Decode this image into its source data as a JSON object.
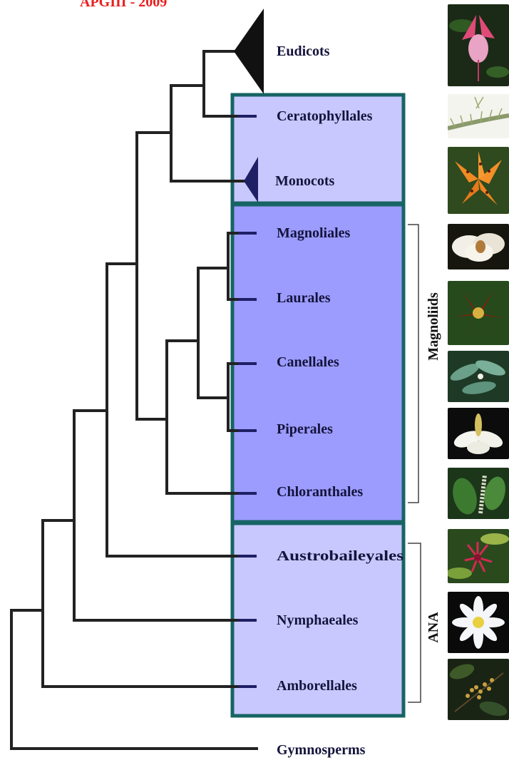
{
  "title": "APGIII - 2009",
  "colors": {
    "branch": "#222222",
    "box_stroke": "#176464",
    "box_light_fill": "#c8c8ff",
    "box_dark_fill": "#9c9cff",
    "tip_line": "#1f1f66",
    "label_text": "#14143c",
    "title_text": "#e8201e"
  },
  "taxa": [
    {
      "id": "eudicots",
      "label": "Eudicots",
      "collapsed": true
    },
    {
      "id": "ceratophyllales",
      "label": "Ceratophyllales"
    },
    {
      "id": "monocots",
      "label": "Monocots",
      "collapsed": true
    },
    {
      "id": "magnoliales",
      "label": "Magnoliales"
    },
    {
      "id": "laurales",
      "label": "Laurales"
    },
    {
      "id": "canellales",
      "label": "Canellales"
    },
    {
      "id": "piperales",
      "label": "Piperales"
    },
    {
      "id": "chloranthales",
      "label": "Chloranthales"
    },
    {
      "id": "austrobaileyales",
      "label": "Austrobaileyales"
    },
    {
      "id": "nymphaeales",
      "label": "Nymphaeales"
    },
    {
      "id": "amborellales",
      "label": "Amborellales"
    },
    {
      "id": "gymnosperms",
      "label": "Gymnosperms"
    }
  ],
  "brackets": [
    {
      "id": "magnoliids",
      "label": "Magnoliids"
    },
    {
      "id": "ana",
      "label": "ANA"
    }
  ],
  "photos": [
    {
      "id": "eudicots",
      "icon": "fuchsia-flower-photo"
    },
    {
      "id": "ceratophyllales",
      "icon": "hornwort-sprig-photo"
    },
    {
      "id": "monocots",
      "icon": "orange-lily-photo"
    },
    {
      "id": "magnoliales",
      "icon": "magnolia-flower-photo"
    },
    {
      "id": "laurales",
      "icon": "calycanthus-flower-photo"
    },
    {
      "id": "canellales",
      "icon": "drimys-leaves-photo"
    },
    {
      "id": "piperales",
      "icon": "lizard-tail-flower-photo"
    },
    {
      "id": "chloranthales",
      "icon": "chloranthus-spike-photo"
    },
    {
      "id": "austrobaileyales",
      "icon": "illicium-flower-photo"
    },
    {
      "id": "nymphaeales",
      "icon": "water-lily-photo"
    },
    {
      "id": "amborellales",
      "icon": "amborella-fruit-photo"
    }
  ]
}
